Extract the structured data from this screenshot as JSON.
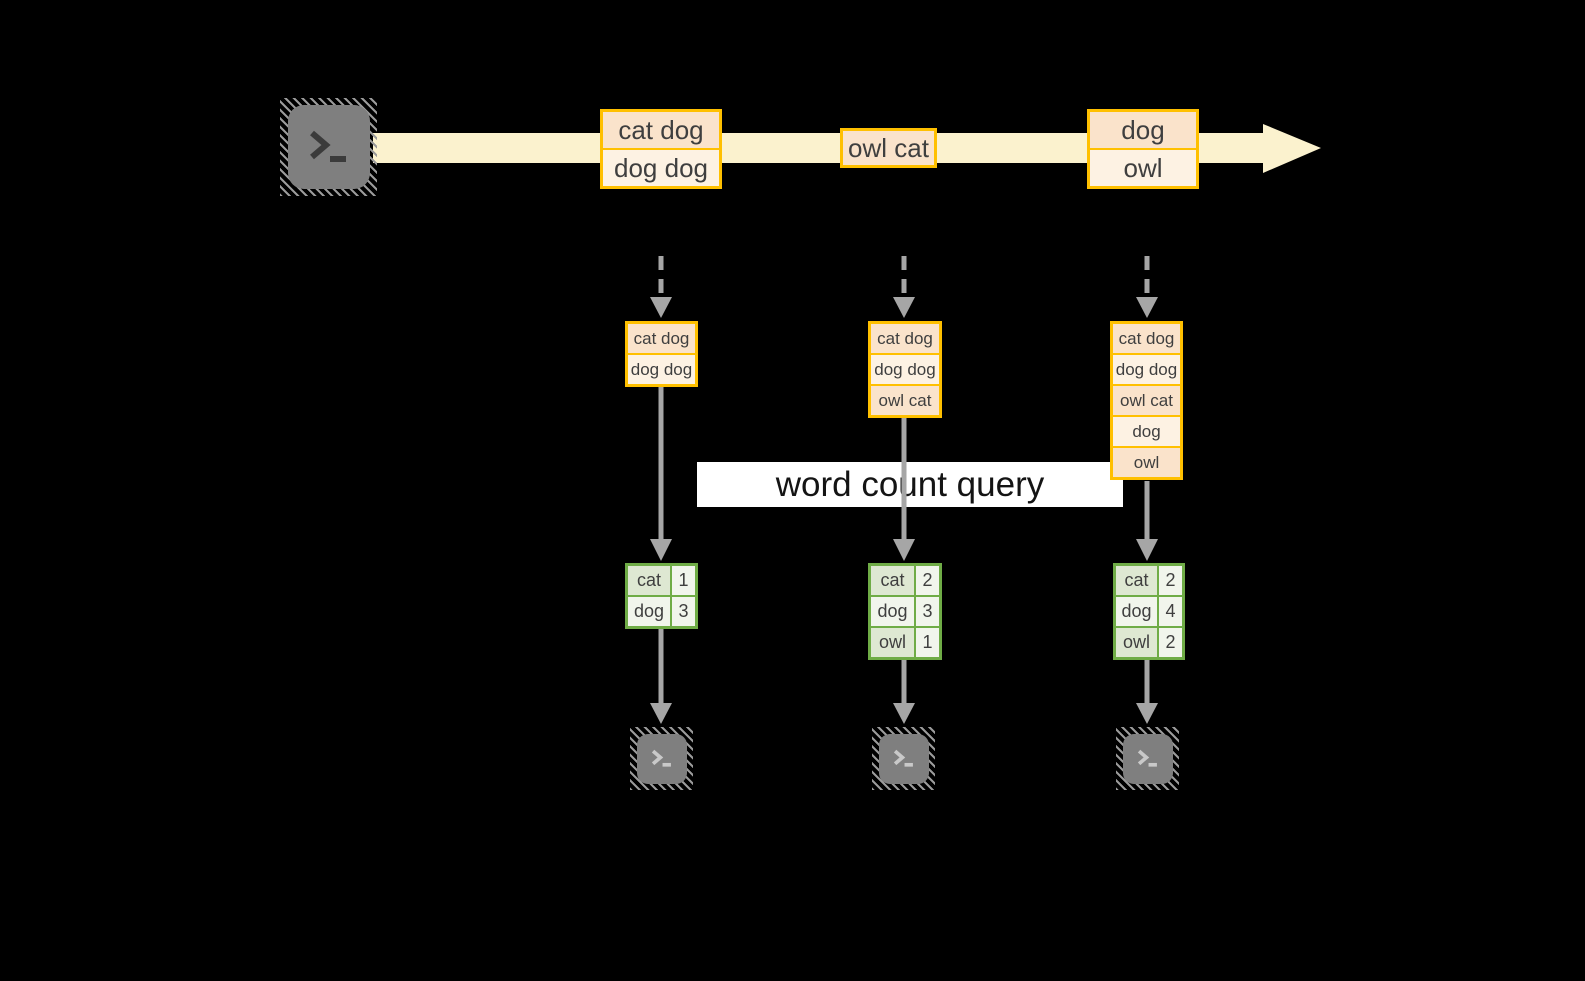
{
  "colors": {
    "background": "#000000",
    "stream_band": "#FBF2CE",
    "event_border": "#FFC000",
    "cell_peach": "#FAE3CB",
    "cell_cream": "#FDF2E3",
    "result_border": "#6FAC46",
    "result_dark": "#DEE8D2",
    "result_light": "#F1F5EC",
    "arrow_gray": "#A6A6A6",
    "hatch_gray": "#9A9A9A",
    "terminal_fill": "#7F7F7F",
    "text_dark": "#3F3F3F",
    "banner_bg": "#FFFFFF",
    "banner_text": "#141414"
  },
  "icons": {
    "source": "terminal-prompt-icon",
    "sink": "terminal-prompt-icon"
  },
  "query_label": "word count query",
  "stream": {
    "events": [
      {
        "cells": [
          "cat dog",
          "dog dog"
        ]
      },
      {
        "cells": [
          "owl cat"
        ]
      },
      {
        "cells": [
          "dog",
          "owl"
        ]
      }
    ]
  },
  "columns": [
    {
      "input": [
        "cat dog",
        "dog dog"
      ],
      "counts": [
        {
          "word": "cat",
          "count": "1"
        },
        {
          "word": "dog",
          "count": "3"
        }
      ]
    },
    {
      "input": [
        "cat dog",
        "dog dog",
        "owl cat"
      ],
      "counts": [
        {
          "word": "cat",
          "count": "2"
        },
        {
          "word": "dog",
          "count": "3"
        },
        {
          "word": "owl",
          "count": "1"
        }
      ]
    },
    {
      "input": [
        "cat dog",
        "dog dog",
        "owl cat",
        "dog",
        "owl"
      ],
      "counts": [
        {
          "word": "cat",
          "count": "2"
        },
        {
          "word": "dog",
          "count": "4"
        },
        {
          "word": "owl",
          "count": "2"
        }
      ]
    }
  ]
}
